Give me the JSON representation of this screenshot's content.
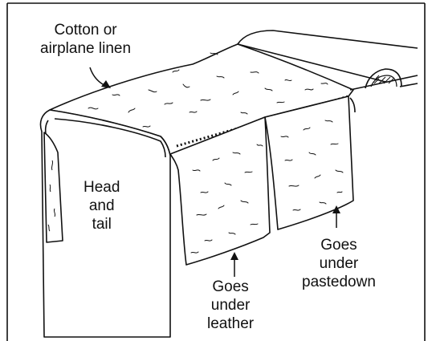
{
  "labels": {
    "cotton": {
      "line1": "Cotton or",
      "line2": "airplane linen"
    },
    "head": {
      "line1": "Head",
      "line2": "and",
      "line3": "tail"
    },
    "leather": {
      "line1": "Goes",
      "line2": "under",
      "line3": "leather"
    },
    "pastedown": {
      "line1": "Goes",
      "line2": "under",
      "line3": "pastedown"
    }
  },
  "colors": {
    "line": "#111111",
    "background": "#ffffff"
  }
}
